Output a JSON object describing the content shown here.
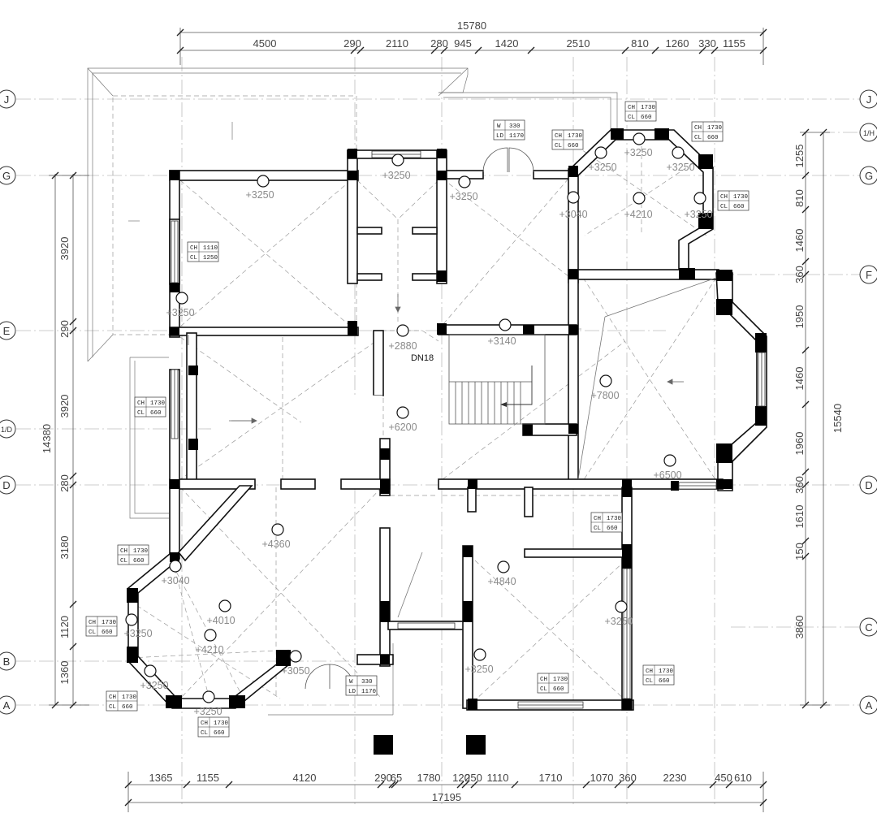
{
  "top_dimensions": {
    "total": "15780",
    "segments": [
      "4500",
      "290",
      "2110",
      "280",
      "945",
      "1420",
      "2510",
      "810",
      "1260",
      "330",
      "1155"
    ]
  },
  "bottom_dimensions": {
    "total": "17195",
    "segments": [
      "1365",
      "1155",
      "4120",
      "290",
      "65",
      "1780",
      "120",
      "250",
      "1110",
      "1710",
      "1070",
      "360",
      "2230",
      "450",
      "610"
    ]
  },
  "left_dimensions": {
    "total": "14380",
    "segments": [
      "3920",
      "290",
      "3920",
      "280",
      "3180",
      "1120",
      "1360"
    ]
  },
  "right_dimensions": {
    "total": "15540",
    "segments": [
      "1255",
      "810",
      "1460",
      "360",
      "1950",
      "1460",
      "1960",
      "360",
      "1610",
      "150",
      "3860"
    ]
  },
  "axes": {
    "left": [
      "J",
      "G",
      "E",
      "1/D",
      "D",
      "B",
      "A"
    ],
    "right": [
      "J",
      "1/H",
      "G",
      "F",
      "D",
      "C",
      "A"
    ]
  },
  "levels": [
    "+3250",
    "+3250",
    "+3250",
    "+3040",
    "+4210",
    "+3250",
    "+3250",
    "+3250",
    "+3250",
    "+3140",
    "+2880",
    "+6200",
    "+7800",
    "+6500",
    "+4360",
    "+3040",
    "+4010",
    "+4210",
    "+3250",
    "+3250",
    "+3050",
    "+3250",
    "+4840",
    "+3250",
    "+3250",
    "+3250"
  ],
  "stair_label": "DN18",
  "tags": {
    "ch_label": "CH",
    "cl_label": "CL",
    "w_label": "W",
    "ld_label": "LD",
    "ch_1110": "1110",
    "cl_1250": "1250",
    "ch_1730": "1730",
    "cl_660": "660",
    "w_330": "330",
    "ld_1170": "1170"
  },
  "colors": {
    "wall": "#111111",
    "axis": "#bdbdbd",
    "level_text": "#8a8a8a"
  }
}
